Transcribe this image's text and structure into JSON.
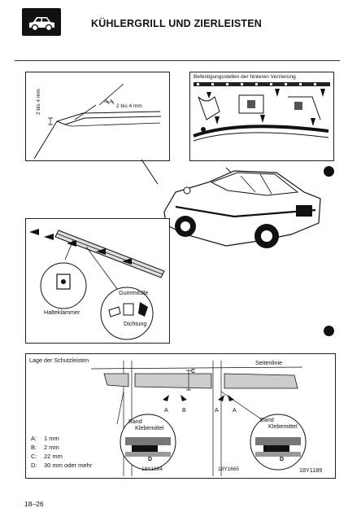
{
  "header": {
    "title": "KÜHLERGRILL UND ZIERLEISTEN",
    "icon": "car-icon"
  },
  "panel_gap": {
    "label_vertical": "2 bis 4 mm",
    "label_horizontal": "2 bis 4 mm"
  },
  "panel_rear": {
    "caption": "Befestigungsstellen der hinteren Verzierung"
  },
  "panel_clips": {
    "label_clamp": "Halteklammer",
    "label_grommet": "Gummitülle",
    "label_seal": "Dichtung"
  },
  "panel_strips": {
    "caption": "Lage der Schutzleisten",
    "side_line": "Seitenlinie",
    "dim_c": "C",
    "letters_left": [
      "A",
      "B"
    ],
    "letters_right": [
      "A",
      "A"
    ],
    "inset_left": {
      "band": "Band",
      "tape": "Klebemittel",
      "dim": "D",
      "code": "18Y1664"
    },
    "inset_right": {
      "band": "Band",
      "tape": "Klebemittel",
      "dim": "D",
      "code": "18Y1665"
    },
    "legend": [
      {
        "key": "A:",
        "value": "1 mm"
      },
      {
        "key": "B:",
        "value": "2 mm"
      },
      {
        "key": "C:",
        "value": "22 mm"
      },
      {
        "key": "D:",
        "value": "30 mm oder mehr"
      }
    ],
    "figure_code": "18Y1189"
  },
  "footer": {
    "page": "18–26"
  }
}
